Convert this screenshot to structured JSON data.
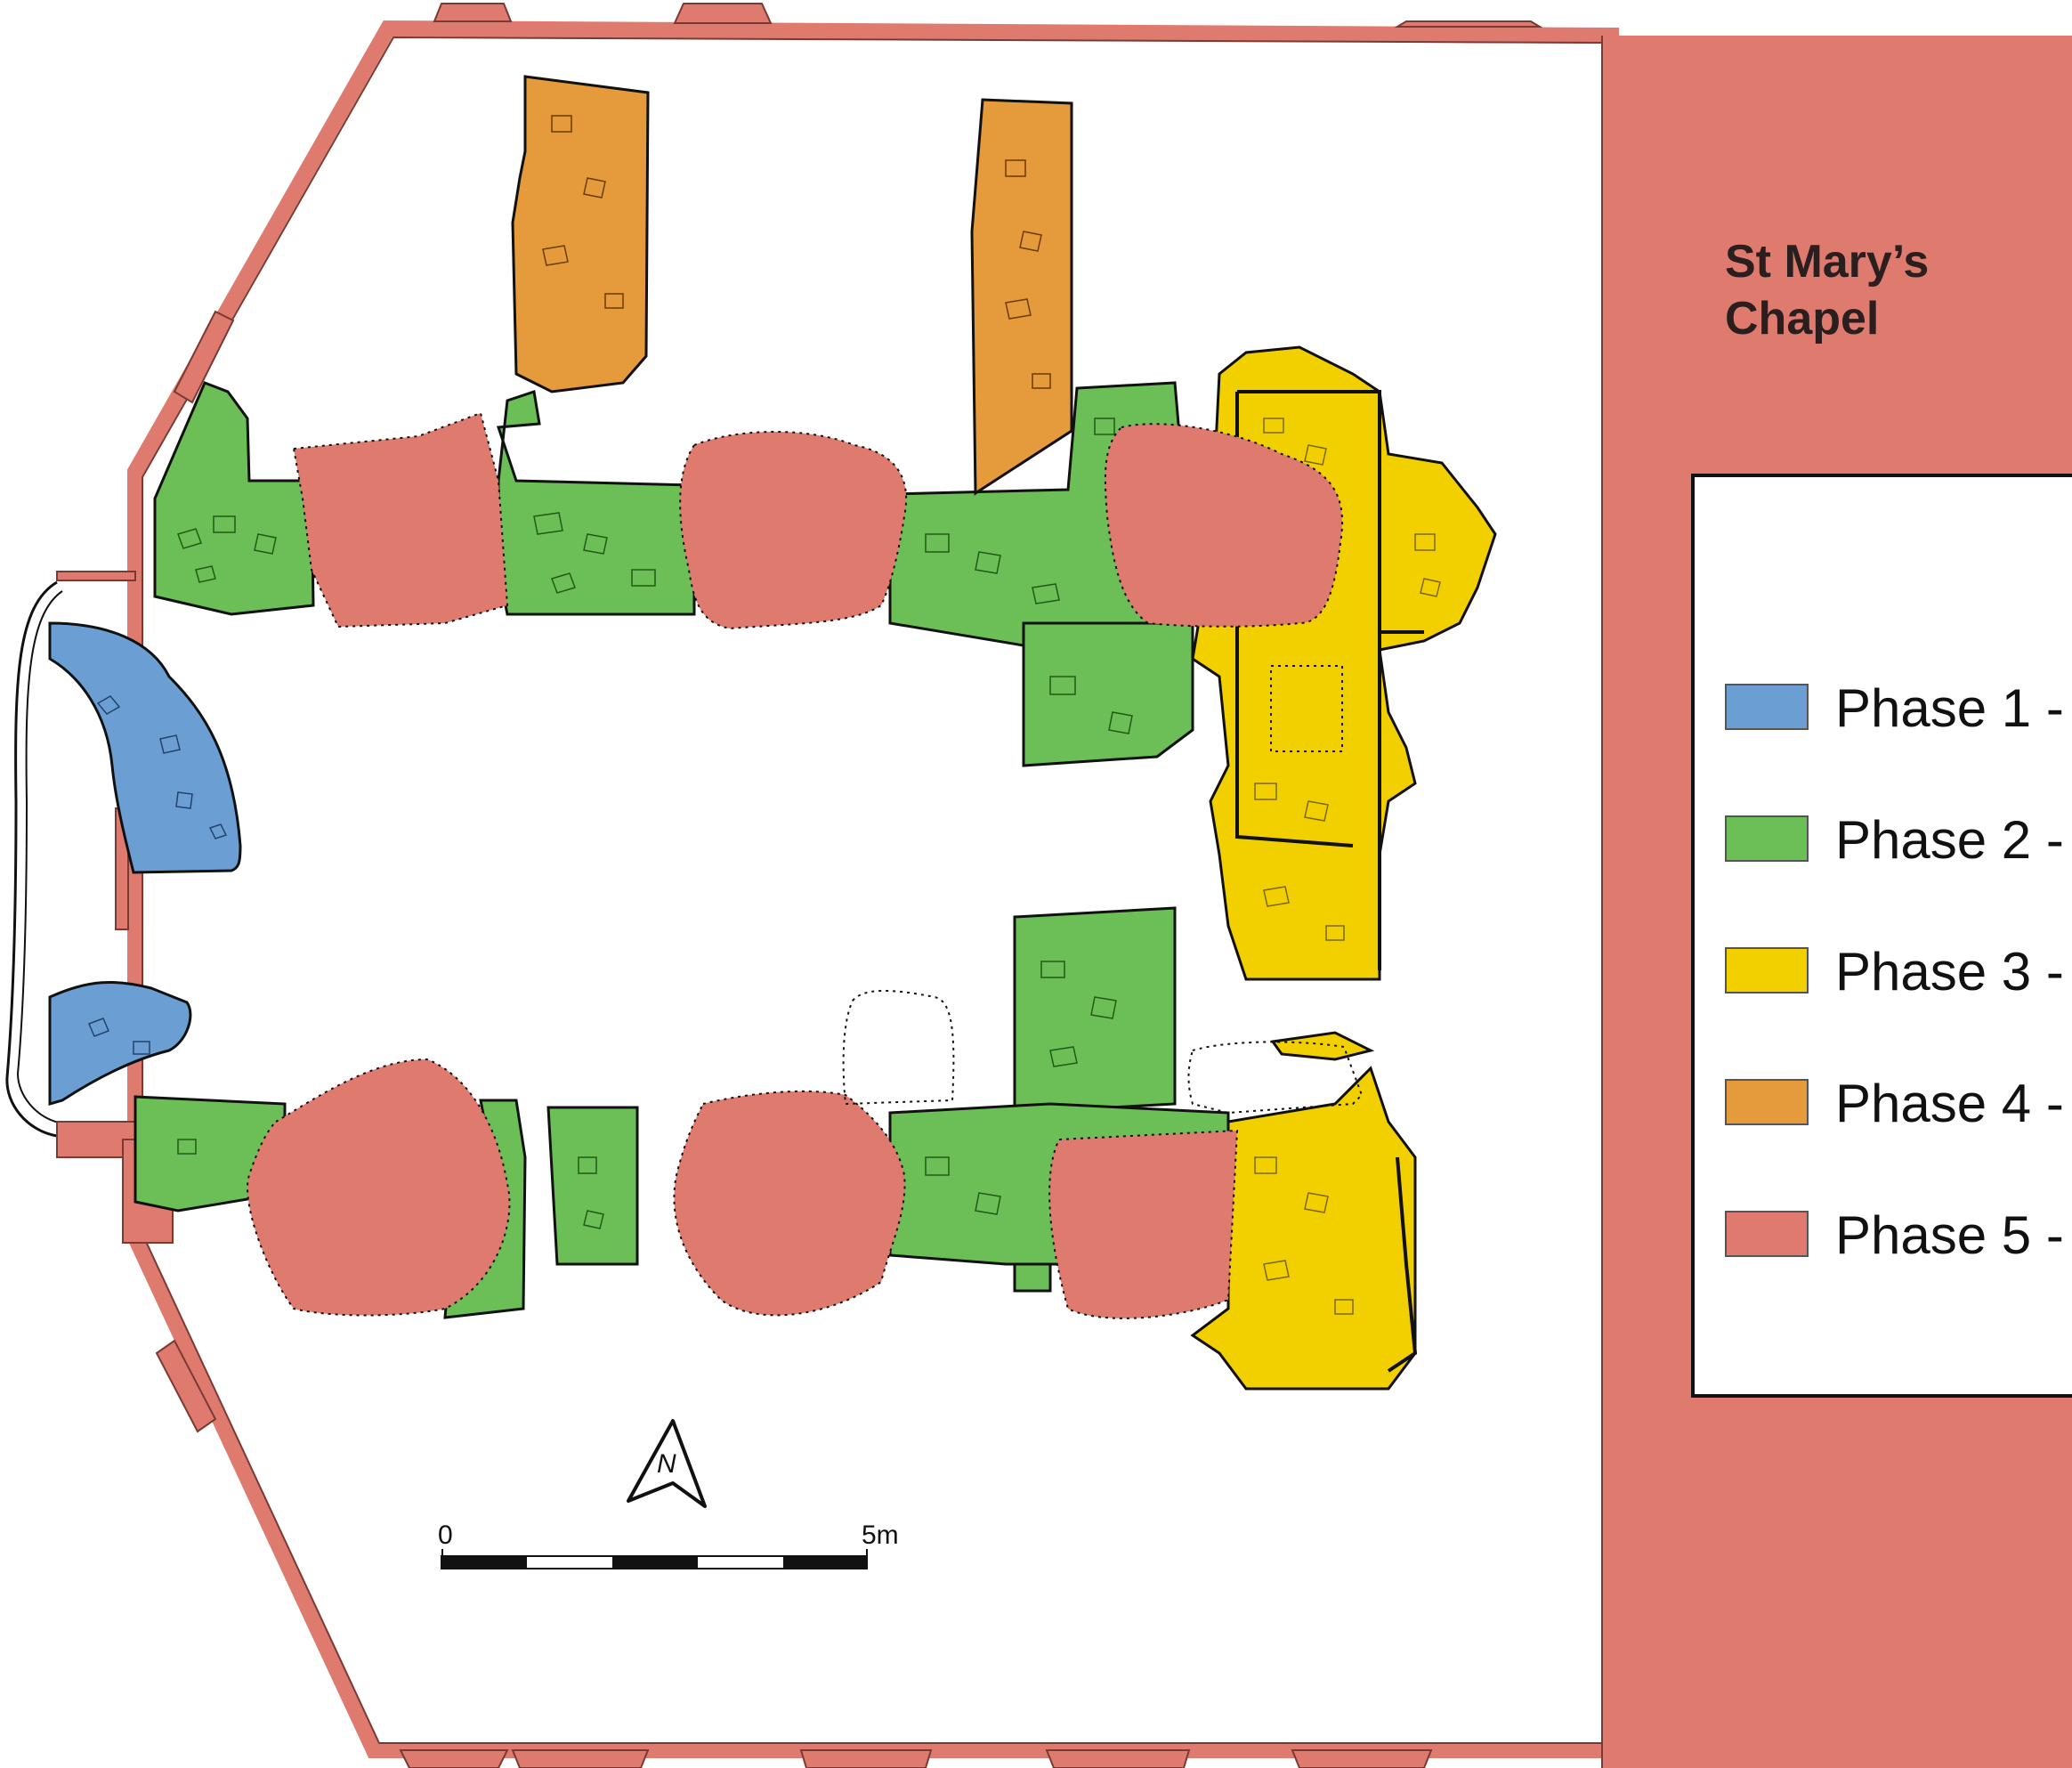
{
  "chapel": {
    "label_line1": "St Mary’s",
    "label_line2": "Chapel"
  },
  "legend": {
    "items": [
      {
        "label": "Phase 1 -",
        "color": "#6b9fd4"
      },
      {
        "label": "Phase 2 -",
        "color": "#6cbf56"
      },
      {
        "label": "Phase 3 -",
        "color": "#f2d000"
      },
      {
        "label": "Phase 4 -",
        "color": "#e59a3c"
      },
      {
        "label": "Phase 5 -",
        "color": "#de7b6e"
      }
    ]
  },
  "scale_bar": {
    "start_label": "0",
    "end_label": "5m"
  },
  "north_arrow": {
    "letter": "N"
  },
  "colors": {
    "building": "#de7b6e",
    "outline": "#111111"
  }
}
